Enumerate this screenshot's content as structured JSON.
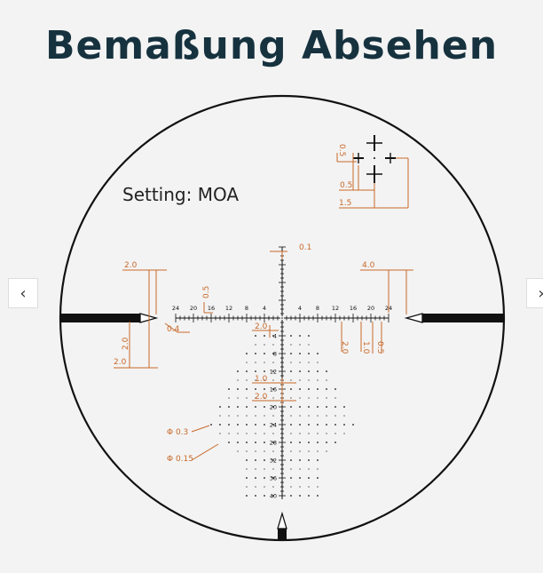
{
  "title": "Bemaßung Absehen",
  "setting_label": "Setting: MOA",
  "nav": {
    "prev_glyph": "‹",
    "next_glyph": "›"
  },
  "colors": {
    "annotation": "#c8692a",
    "reticle": "#1a1a1a",
    "title": "#16323f"
  },
  "reticle": {
    "horizontal_labels": [
      "24",
      "20",
      "16",
      "12",
      "8",
      "4",
      "4",
      "8",
      "12",
      "16",
      "20",
      "24"
    ],
    "vertical_labels": [
      "4",
      "8",
      "12",
      "16",
      "20",
      "24",
      "28",
      "32",
      "36",
      "40"
    ]
  },
  "dimensions": {
    "top_small": "0.5",
    "top_half": "0.5",
    "top_one_five": "1.5",
    "center_gap": "0.1",
    "post_left": "2.0",
    "post_right": "4.0",
    "post_height": "2.0",
    "post_width": "2.0",
    "tick_spacing": "0.4",
    "major_tick": "0.5",
    "hash_height": "2.0",
    "sub_dot": "2.0",
    "h_right_a": "2.0",
    "h_right_b": "1.0",
    "h_right_c": "0.5",
    "floating_one": "1.0",
    "floating_two": "2.0",
    "dot_large": "Φ 0.3",
    "dot_small": "Φ 0.15"
  }
}
